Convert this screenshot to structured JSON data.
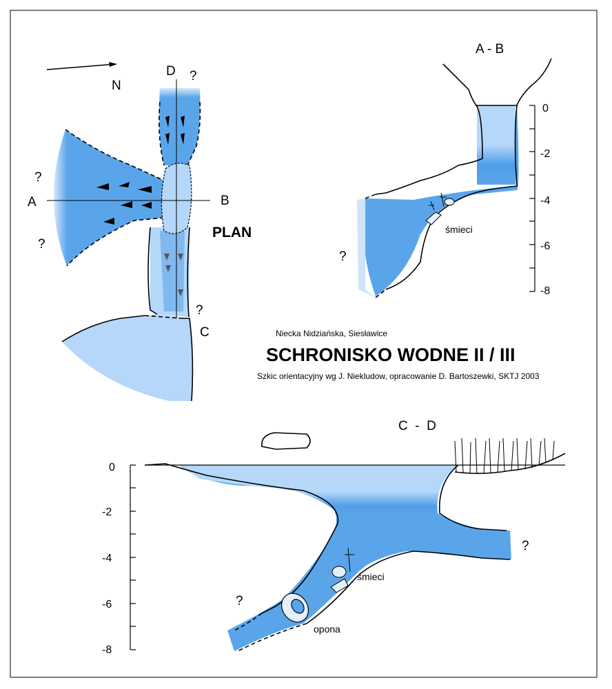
{
  "colors": {
    "water_dark": "#5aa5ea",
    "water_light": "#b4d7fa",
    "line": "#000000"
  },
  "header": {
    "region": "Niecka Nidziańska, Siesławice",
    "title": "SCHRONISKO WODNE II / III",
    "credits": "Szkic orientacyjny wg J. Niekludow, opracowanie D. Bartoszewki, SKTJ 2003"
  },
  "plan": {
    "label": "PLAN",
    "north": "N",
    "points": {
      "a": "A",
      "b": "B",
      "c": "C",
      "d": "D"
    },
    "unknown": "?"
  },
  "section_ab": {
    "label": "A - B",
    "scale": [
      "0",
      "-2",
      "-4",
      "-6",
      "-8"
    ],
    "debris": "śmieci",
    "unknown": "?"
  },
  "section_cd": {
    "label": "C  -  D",
    "scale": [
      "0",
      "-2",
      "-4",
      "-6",
      "-8"
    ],
    "debris": "śmieci",
    "tire": "opona",
    "unknown": "?"
  }
}
